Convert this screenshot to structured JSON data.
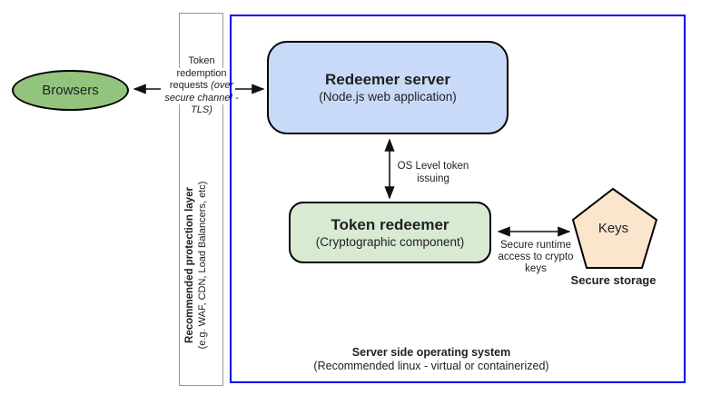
{
  "colors": {
    "browser_green": "#93c47d",
    "server_blue": "#c9daf8",
    "redeemer_green": "#d9ead3",
    "keys_peach": "#fce5cd",
    "os_border_blue": "#0000ee",
    "protection_border_gray": "#999999",
    "arrow_black": "#111111"
  },
  "browsers": {
    "label": "Browsers"
  },
  "token_redemption_label": {
    "line1": "Token",
    "line2": "redemption",
    "line3_regular": "requests ",
    "line3_italic": "(over",
    "line4": "secure channel -",
    "line5": "TLS)"
  },
  "protection_layer": {
    "title": "Recommended protection layer",
    "subtitle": "(e.g. WAF, CDN, Load Balancers, etc)"
  },
  "redeemer_server": {
    "title": "Redeemer server",
    "subtitle": "(Node.js web application)"
  },
  "os_token_label": {
    "line1": "OS Level token",
    "line2": "issuing"
  },
  "token_redeemer": {
    "title": "Token redeemer",
    "subtitle": "(Cryptographic component)"
  },
  "secure_runtime_label": {
    "line1": "Secure runtime",
    "line2": "access to crypto",
    "line3": "keys"
  },
  "secure_storage": {
    "keys_label": "Keys",
    "caption": "Secure storage"
  },
  "operating_system": {
    "title": "Server side operating system",
    "subtitle": "(Recommended linux - virtual or containerized)"
  }
}
